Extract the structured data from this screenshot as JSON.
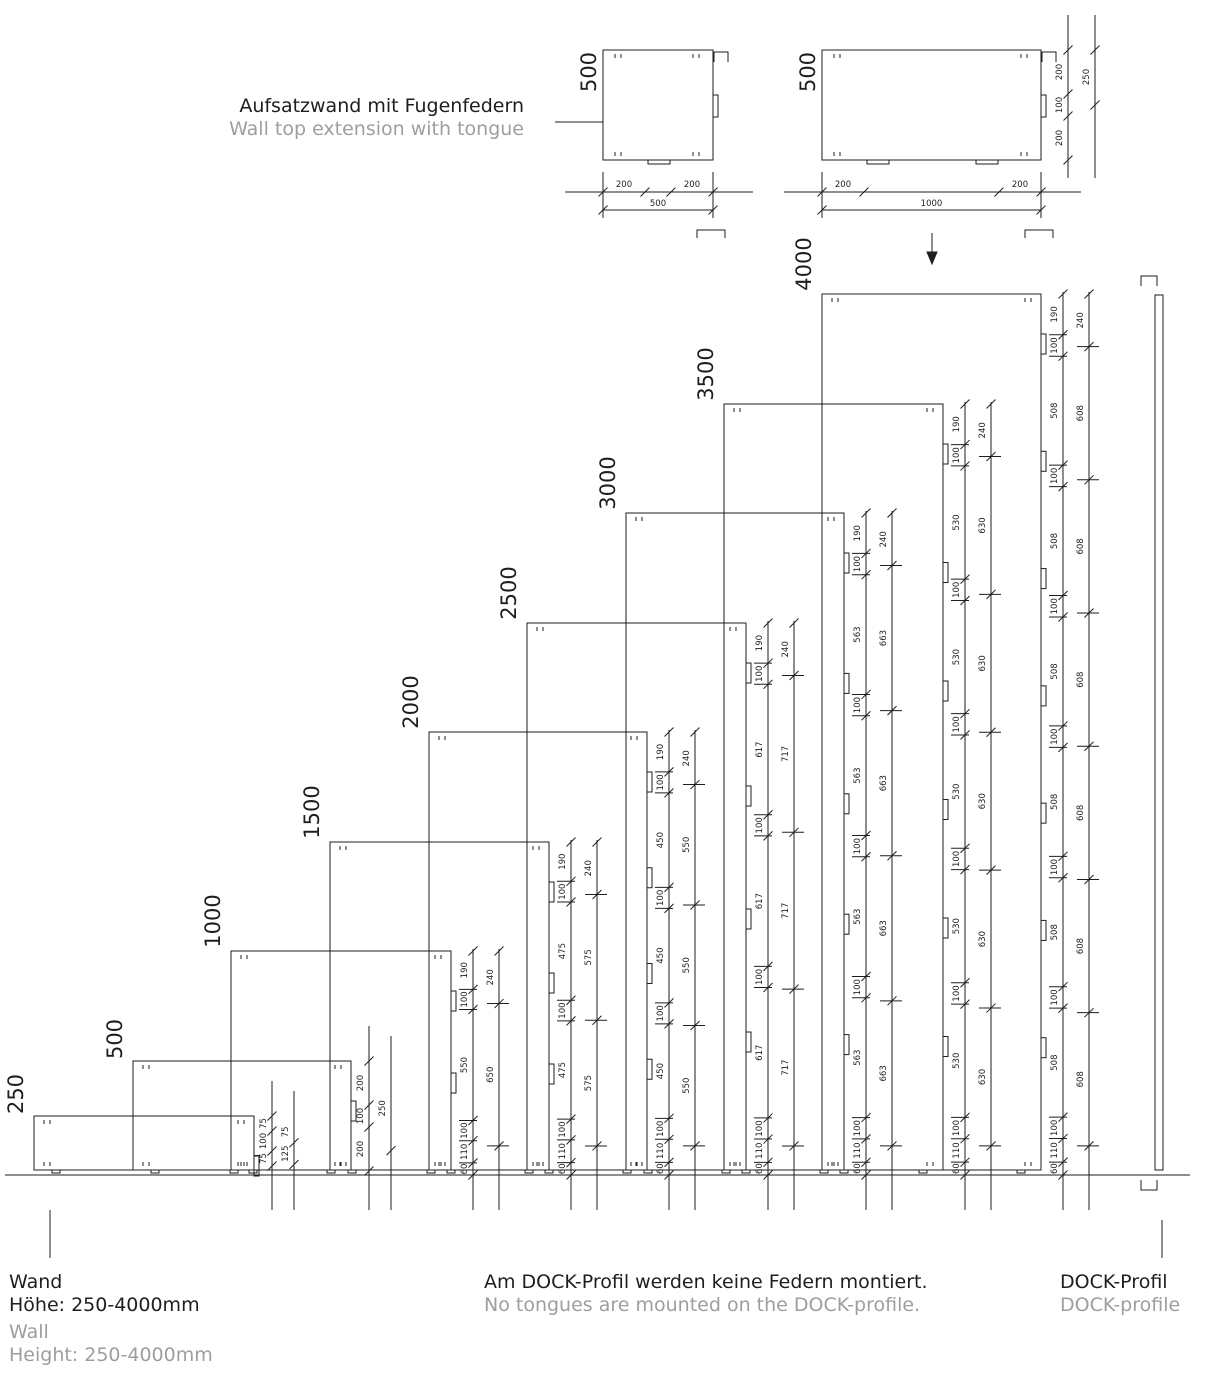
{
  "captions": {
    "aufsatz": {
      "de": "Aufsatzwand mit Fugenfedern",
      "en": "Wall top extension with tongue"
    },
    "wand": {
      "de_1": "Wand",
      "de_2": "Höhe: 250-4000mm",
      "en_1": "Wall",
      "en_2": "Height: 250-4000mm"
    },
    "note": {
      "de": "Am DOCK-Profil werden keine Federn montiert.",
      "en": "No tongues are mounted on the DOCK-profile."
    },
    "dock": {
      "de": "DOCK-Profil",
      "en": "DOCK-profile"
    }
  },
  "extensions": [
    {
      "height": "500",
      "width": "500",
      "left_offset": "200",
      "right_offset": "200",
      "side_dims": []
    },
    {
      "height": "500",
      "width": "1000",
      "left_offset": "200",
      "right_offset": "200",
      "side_dims": [
        "200",
        "100",
        "200",
        "250"
      ]
    }
  ],
  "walls": [
    {
      "height": "250",
      "inner": [
        "75",
        "100",
        "75"
      ],
      "outer": [
        "75",
        "125"
      ],
      "foot": ""
    },
    {
      "height": "500",
      "inner": [
        "200",
        "100",
        "200"
      ],
      "outer": [
        "250"
      ],
      "foot": ""
    },
    {
      "height": "1000",
      "inner": [
        "190",
        "100",
        "550",
        "100",
        "110",
        "60"
      ],
      "outer": [
        "240",
        "650"
      ],
      "foot": "60"
    },
    {
      "height": "1500",
      "inner": [
        "190",
        "100",
        "475",
        "100",
        "475",
        "100",
        "110",
        "60"
      ],
      "outer": [
        "240",
        "575",
        "575"
      ],
      "foot": "60"
    },
    {
      "height": "2000",
      "inner": [
        "190",
        "100",
        "450",
        "100",
        "450",
        "100",
        "450",
        "100",
        "110",
        "60"
      ],
      "outer": [
        "240",
        "550",
        "550",
        "550"
      ],
      "foot": "60"
    },
    {
      "height": "2500",
      "inner": [
        "190",
        "100",
        "617",
        "100",
        "617",
        "100",
        "617",
        "100",
        "110",
        "60"
      ],
      "outer": [
        "240",
        "717",
        "717",
        "717"
      ],
      "foot": "60"
    },
    {
      "height": "3000",
      "inner": [
        "190",
        "100",
        "563",
        "100",
        "563",
        "100",
        "563",
        "100",
        "563",
        "100",
        "110",
        "60"
      ],
      "outer": [
        "240",
        "663",
        "663",
        "663",
        "663"
      ],
      "foot": "60"
    },
    {
      "height": "3500",
      "inner": [
        "190",
        "100",
        "530",
        "100",
        "530",
        "100",
        "530",
        "100",
        "530",
        "100",
        "530",
        "100",
        "110",
        "60"
      ],
      "outer": [
        "240",
        "630",
        "630",
        "630",
        "630",
        "630"
      ],
      "foot": "60"
    },
    {
      "height": "4000",
      "inner": [
        "190",
        "100",
        "508",
        "100",
        "508",
        "100",
        "508",
        "100",
        "508",
        "100",
        "508",
        "100",
        "508",
        "100",
        "110",
        "60"
      ],
      "outer": [
        "240",
        "608",
        "608",
        "608",
        "608",
        "608",
        "608"
      ],
      "foot": "60"
    }
  ]
}
